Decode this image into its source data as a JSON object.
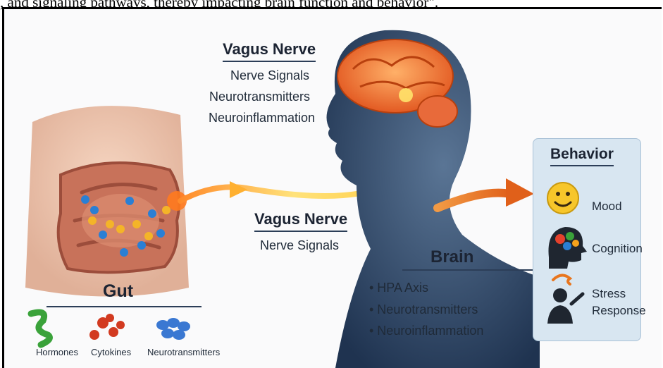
{
  "caption": ", and signaling pathways, thereby impacting brain function and behavior\".",
  "vagus_top": {
    "title": "Vagus Nerve",
    "items": [
      "Nerve Signals",
      "Neurotransmitters",
      "Neuroinflammation"
    ]
  },
  "vagus_mid": {
    "title": "Vagus Nerve",
    "items": [
      "Nerve Signals"
    ]
  },
  "brain": {
    "title": "Brain",
    "items": [
      "• HPA Axis",
      "• Neurotransmitters",
      "• Neuroinflammation"
    ]
  },
  "gut": {
    "title": "Gut",
    "icons": [
      {
        "label": "Hormones",
        "icon": "hormone-icon"
      },
      {
        "label": "Cytokines",
        "icon": "cytokine-icon"
      },
      {
        "label": "Neurotransmitters",
        "icon": "neurotransmitter-icon"
      }
    ]
  },
  "behavior": {
    "title": "Behavior",
    "items": [
      {
        "label": "Mood",
        "icon": "smiley-icon"
      },
      {
        "label": "Cognition",
        "icon": "head-gears-icon"
      },
      {
        "label": "Stress",
        "label2": "Response",
        "icon": "stressed-person-icon"
      }
    ]
  },
  "colors": {
    "nerve": "#f5c842",
    "arrow": "#e8761e",
    "intestine": "#c8725a",
    "brain": "#e8622a",
    "head": "#2d4464",
    "panel": "#d8e6f1"
  }
}
